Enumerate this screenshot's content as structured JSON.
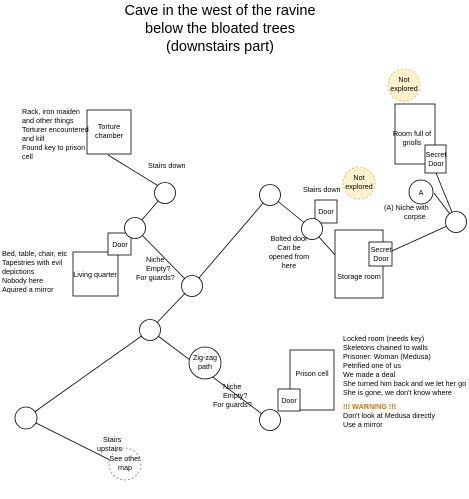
{
  "title": [
    "Cave in the west of the ravine",
    "below the bloated trees",
    "(downstairs part)"
  ],
  "rooms": {
    "torture_chamber": [
      "Torture",
      "chamber"
    ],
    "living_quarter": [
      "Living quarter"
    ],
    "storage_room": [
      "Storage room"
    ],
    "prison_cell": [
      "Prison cell"
    ],
    "gnolls_room": [
      "Room full of",
      "gnolls"
    ]
  },
  "doors": {
    "door": "Door",
    "secret_door": [
      "Secret",
      "Door"
    ]
  },
  "circles": {
    "not_explored": [
      "Not",
      "explored"
    ],
    "zigzag": [
      "Zig-zag",
      "path"
    ],
    "see_other_map": [
      "See other",
      "map"
    ],
    "niche_a": "A"
  },
  "labels": {
    "stairs_down": "Stairs down",
    "niche_guards": [
      "Niche",
      "Empty?",
      "For guards?"
    ],
    "bolted_door": [
      "Bolted door",
      "Can be",
      "opened from",
      "here"
    ],
    "niche_corpse": [
      "(A) Niche with",
      "corpse"
    ],
    "stairs_upstairs": [
      "Stairs",
      "upstairs"
    ]
  },
  "notes": {
    "torture": [
      "Rack, iron maiden",
      "and other things",
      "Torturer encountered",
      "and kill",
      "Found key to prison",
      "cell"
    ],
    "living": [
      "Bed, table, chair, etc",
      "Tapestries with evil",
      "depictions",
      "Nobody here",
      "Aquired a mirror"
    ],
    "prison": [
      "Locked room (needs key)",
      "Skeletons chained to walls",
      "Prisoner: Woman (Medusa)",
      "Petrified one of us",
      "We made a deal",
      "She turned him back and we let her go",
      "She is gone, we don't know where"
    ],
    "warning_title": "!!! WARNING !!!",
    "warning": [
      "Don't look at Medusa directly",
      "Use a mirror"
    ]
  },
  "colors": {
    "line": "#000000",
    "unexplored_fill": "#fff2cc",
    "unexplored_stroke": "#d6b656",
    "exit_fill": "#ffffff",
    "exit_stroke": "#9673a6",
    "warning": "#e07000"
  }
}
